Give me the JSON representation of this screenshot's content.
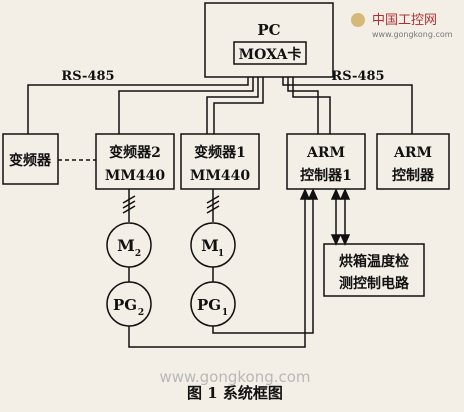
{
  "diagram": {
    "pc_label": "PC",
    "moxa_label": "MOXA卡",
    "bus_left": "RS-485",
    "bus_right": "RS-485",
    "inverter_plain": "变频器",
    "inverter2_line1": "变频器2",
    "inverter2_line2": "MM440",
    "inverter1_line1": "变频器1",
    "inverter1_line2": "MM440",
    "arm1_line1": "ARM",
    "arm1_line2": "控制器1",
    "arm_line1": "ARM",
    "arm_line2": "控制器",
    "motor2": "M",
    "motor2_sub": "2",
    "motor1": "M",
    "motor1_sub": "1",
    "pg2": "PG",
    "pg2_sub": "2",
    "pg1": "PG",
    "pg1_sub": "1",
    "oven_line1": "烘箱温度检",
    "oven_line2": "测控制电路",
    "caption": "图 1   系统框图"
  },
  "watermark": {
    "top_brand": "中国工控网",
    "top_url": "www.gongkong.com",
    "bottom_url": "www.gongkong.com"
  }
}
